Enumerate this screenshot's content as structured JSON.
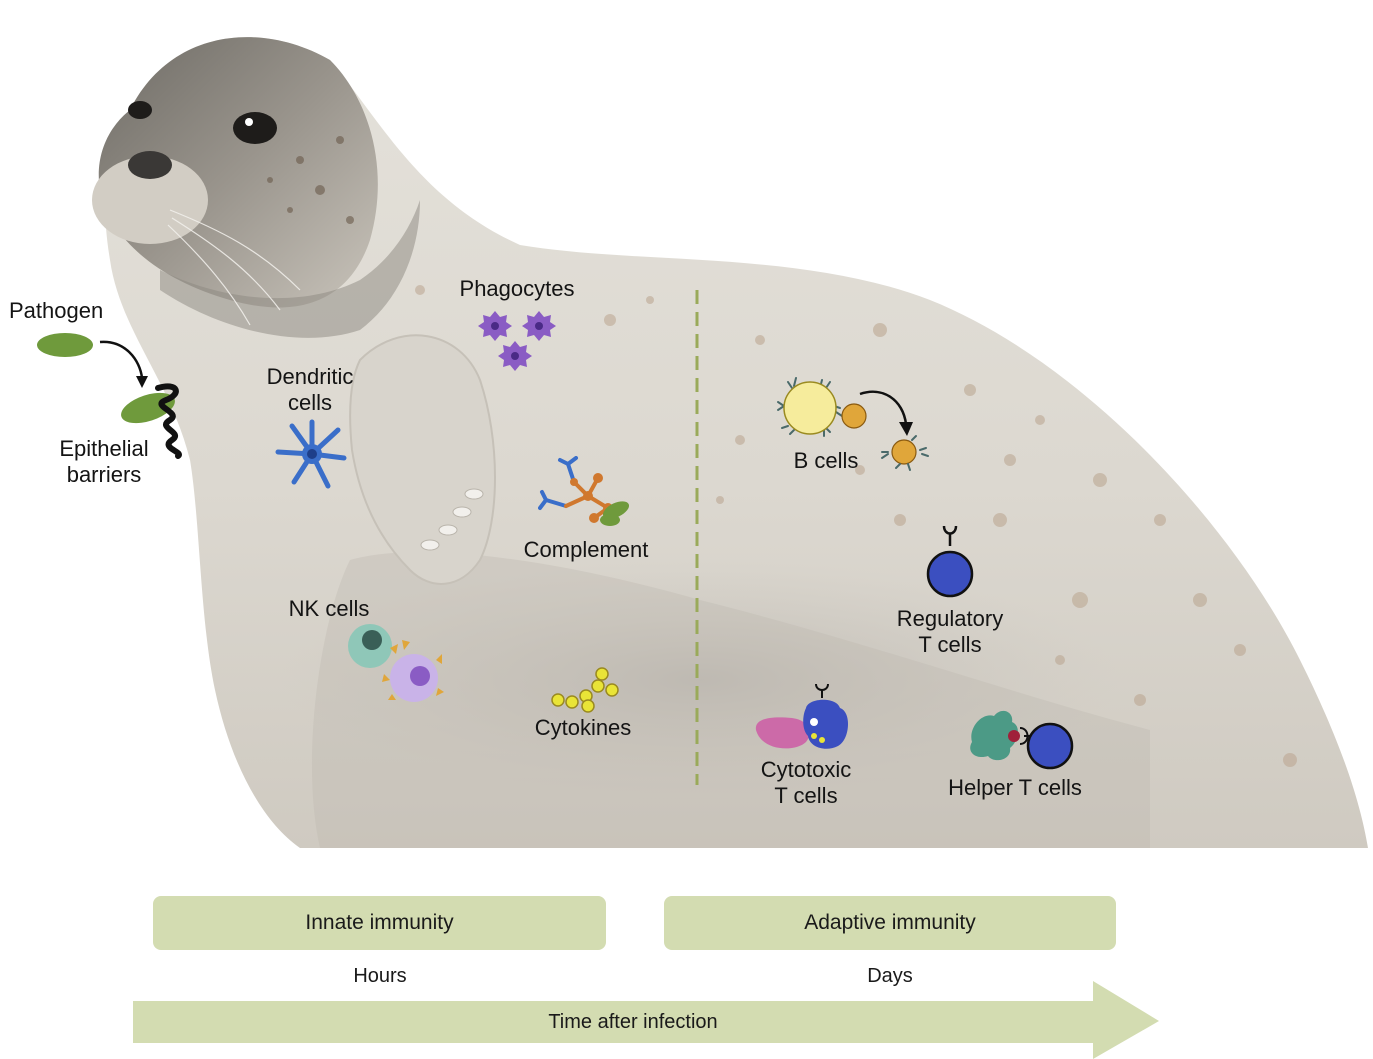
{
  "labels": {
    "pathogen": "Pathogen",
    "epithelial_1": "Epithelial",
    "epithelial_2": "barriers",
    "dendritic_1": "Dendritic",
    "dendritic_2": "cells",
    "phagocytes": "Phagocytes",
    "complement": "Complement",
    "nk_cells": "NK cells",
    "cytokines": "Cytokines",
    "b_cells": "B cells",
    "regulatory_1": "Regulatory",
    "regulatory_2": "T cells",
    "cytotoxic_1": "Cytotoxic",
    "cytotoxic_2": "T cells",
    "helper": "Helper T cells"
  },
  "phases": {
    "innate": "Innate immunity",
    "adaptive": "Adaptive immunity"
  },
  "timescale": {
    "hours": "Hours",
    "days": "Days",
    "axis_label": "Time after infection"
  },
  "colors": {
    "pill": "#d3dcb1",
    "arrow": "#d3dcb1",
    "divider": "#9aaa5a",
    "pathogen": "#6f9a3c",
    "phagocyte": "#8a5cc4",
    "dendritic": "#3a6ec9",
    "b_cell_large": "#f6ec9c",
    "b_cell_small": "#e0a63a",
    "t_cell": "#3b4fc0",
    "nk_cell": "#8fc7b8",
    "cytokine": "#e9e437",
    "helper_apc": "#4c9a86",
    "cytotoxic_target": "#cc6aa8"
  },
  "icons": [
    "pathogen-icon",
    "epithelial-barrier-icon",
    "dendritic-cell-icon",
    "phagocyte-icon",
    "complement-icon",
    "nk-cell-icon",
    "cytokines-icon",
    "b-cell-icon",
    "regulatory-t-cell-icon",
    "cytotoxic-t-cell-icon",
    "helper-t-cell-icon",
    "seal-illustration"
  ]
}
